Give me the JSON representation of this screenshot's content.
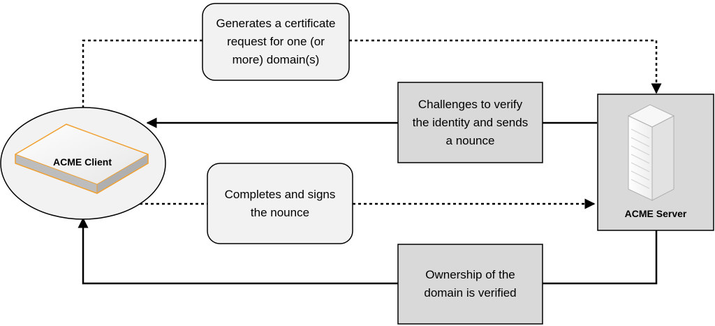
{
  "nodes": {
    "client": {
      "label": "ACME Client"
    },
    "server": {
      "label": "ACME Server"
    }
  },
  "steps": [
    {
      "id": "request",
      "text": "Generates a certificate\nrequest for one (or\nmore) domain(s)"
    },
    {
      "id": "challenge",
      "text": "Challenges to verify\nthe identity and sends\na nounce"
    },
    {
      "id": "sign",
      "text": "Completes and signs\nthe nounce"
    },
    {
      "id": "verified",
      "text": "Ownership of the\ndomain is verified"
    }
  ],
  "colors": {
    "client_accent": "#F0A030",
    "rounded_box_fill": "#F2F2F2",
    "square_box_fill": "#D9D9D9",
    "server_fill": "#D9D9D9",
    "line": "#000000"
  }
}
